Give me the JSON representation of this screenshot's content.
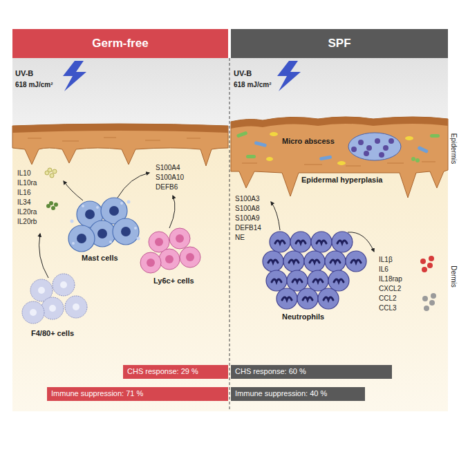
{
  "diagram": {
    "nodes": [
      {
        "text": [
          "Germ-free"
        ]
      },
      {
        "text": [
          "SPF"
        ]
      },
      {
        "text": [
          "CHS response: 29 %"
        ]
      },
      {
        "text": [
          "CHS response: 60 %"
        ]
      },
      {
        "text": [
          "Immune suppression: 71 %"
        ]
      },
      {
        "text": [
          "Immune suppression: 40 %"
        ]
      }
    ],
    "labels": [
      "UV-B",
      "618 mJ/cm²",
      "UV-B",
      "618 mJ/cm²",
      "Micro abscess",
      "Epidermis",
      "Epidermal hyperplasia",
      "IL10",
      "IL10ra",
      "IL16",
      "IL34",
      "IL20ra",
      "IL20rb",
      "S100A4",
      "S100A10",
      "DEFB6",
      "S100A3",
      "S100A8",
      "S100A9",
      "DEFB14",
      "NE",
      "Mast cells",
      "Ly6c+ cells",
      "IL1β",
      "IL6",
      "IL18rap",
      "CXCL2",
      "CCL2",
      "CCL3",
      "Dermis",
      "Neutrophils",
      "F4/80+ cells"
    ]
  }
}
